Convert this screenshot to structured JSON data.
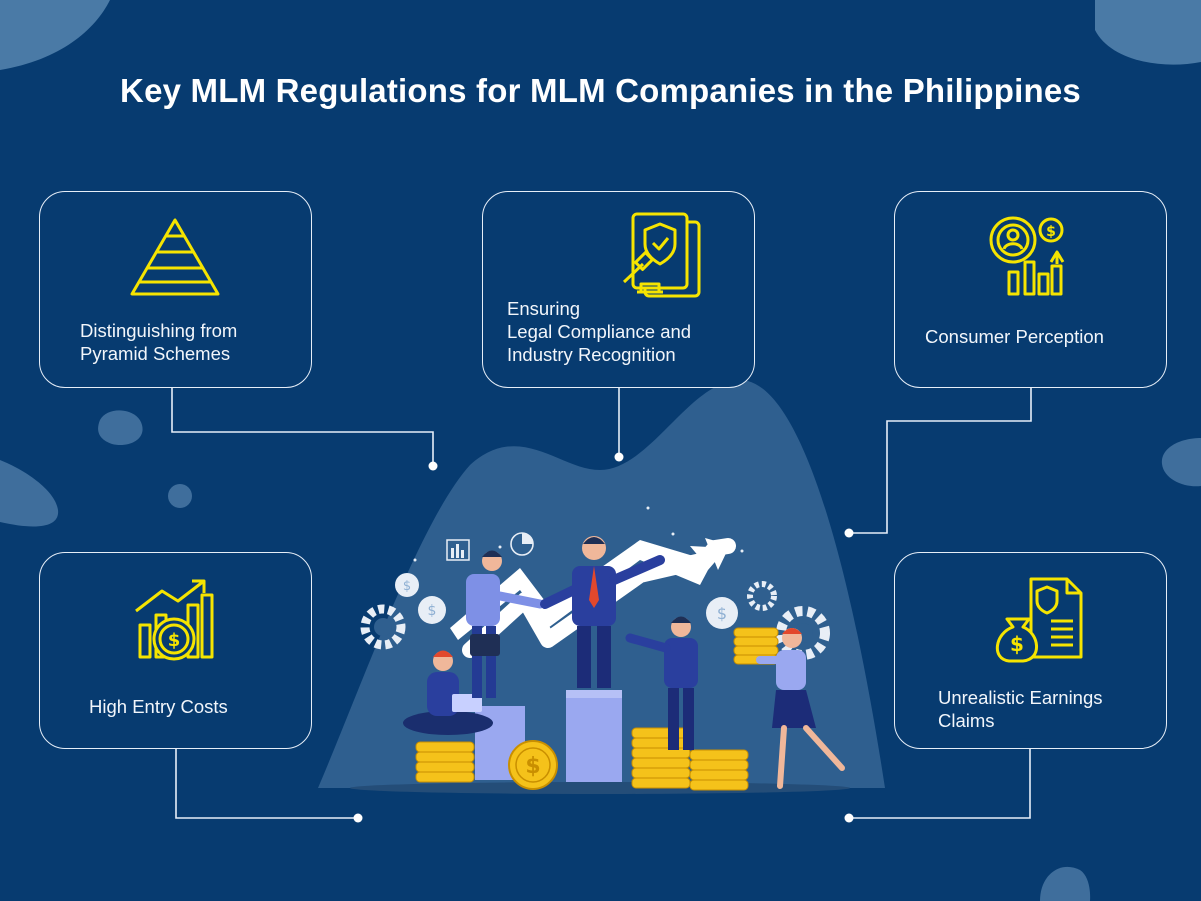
{
  "title": "Key MLM Regulations for MLM Companies in the Philippines",
  "nodes": [
    {
      "id": "pyramid",
      "label": "Distinguishing from\nPyramid Schemes",
      "icon": "pyramid-icon"
    },
    {
      "id": "legal",
      "label": "Ensuring\nLegal Compliance and\nIndustry Recognition",
      "icon": "legal-document-icon"
    },
    {
      "id": "consumer",
      "label": "Consumer Perception",
      "icon": "consumer-growth-icon"
    },
    {
      "id": "entry",
      "label": "High Entry Costs",
      "icon": "rising-cost-icon"
    },
    {
      "id": "earnings",
      "label": "Unrealistic Earnings\nClaims",
      "icon": "money-bag-document-icon"
    }
  ],
  "colors": {
    "background": "#073b70",
    "accent": "#f5e400",
    "line": "#e6eef8",
    "mountain": "#2f5f8f",
    "blob": "#4a7aa6"
  },
  "illustration": "business-team-growth-illustration"
}
